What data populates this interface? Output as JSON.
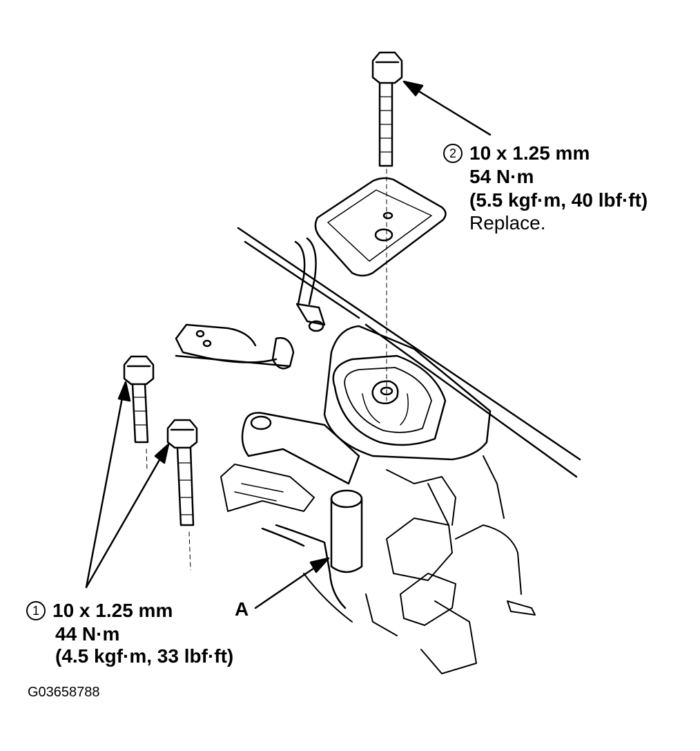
{
  "callout_1": {
    "number": "1",
    "size": "10 x 1.25 mm",
    "torque": "44 N·m",
    "torque_alt": "(4.5 kgf·m, 33 lbf·ft)"
  },
  "callout_2": {
    "number": "2",
    "size": "10 x 1.25 mm",
    "torque": "54 N·m",
    "torque_alt": "(5.5 kgf·m, 40 lbf·ft)",
    "note": "Replace."
  },
  "callout_a": {
    "label": "A"
  },
  "figure_code": "G03658788"
}
